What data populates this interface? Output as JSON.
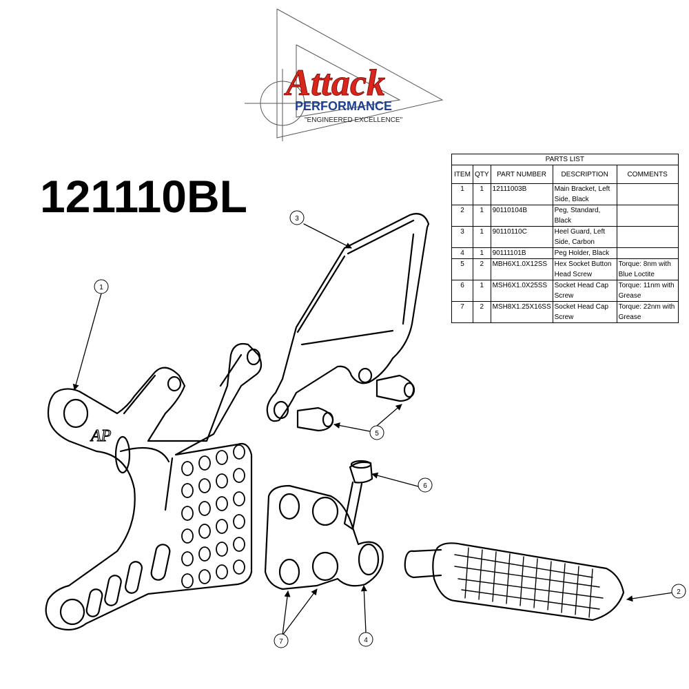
{
  "logo": {
    "brand_word": "Attack",
    "brand_sub": "PERFORMANCE",
    "tagline": "\"Engineered Excellence\""
  },
  "title": {
    "part_number": "121110BL"
  },
  "parts_list": {
    "title": "PARTS LIST",
    "columns": [
      "ITEM",
      "QTY",
      "PART NUMBER",
      "DESCRIPTION",
      "COMMENTS"
    ],
    "rows": [
      {
        "item": "1",
        "qty": "1",
        "part_number": "12111003B",
        "description": "Main Bracket, Left Side, Black",
        "comments": ""
      },
      {
        "item": "2",
        "qty": "1",
        "part_number": "90110104B",
        "description": "Peg, Standard, Black",
        "comments": ""
      },
      {
        "item": "3",
        "qty": "1",
        "part_number": "90110110C",
        "description": "Heel Guard, Left Side, Carbon",
        "comments": ""
      },
      {
        "item": "4",
        "qty": "1",
        "part_number": "90111101B",
        "description": "Peg Holder, Black",
        "comments": ""
      },
      {
        "item": "5",
        "qty": "2",
        "part_number": "MBH6X1.0X12SS",
        "description": "Hex Socket Button Head Screw",
        "comments": "Torque: 8nm with Blue Loctite"
      },
      {
        "item": "6",
        "qty": "1",
        "part_number": "MSH6X1.0X25SS",
        "description": "Socket Head Cap Screw",
        "comments": "Torque: 11nm with Grease"
      },
      {
        "item": "7",
        "qty": "2",
        "part_number": "MSH8X1.25X16SS",
        "description": "Socket Head Cap Screw",
        "comments": "Torque: 22nm with Grease"
      }
    ]
  },
  "balloons": [
    "1",
    "2",
    "3",
    "4",
    "5",
    "6",
    "7"
  ],
  "colors": {
    "logo_red": "#d9261c",
    "logo_blue": "#1f3f8f",
    "line": "#000000"
  }
}
